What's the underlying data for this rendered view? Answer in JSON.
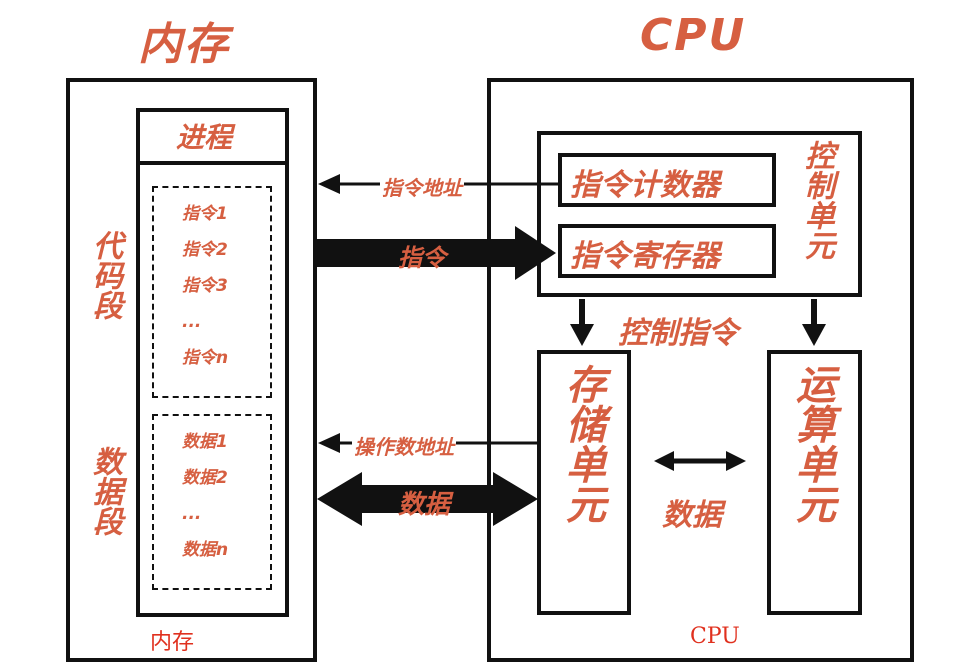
{
  "titles": {
    "memory": "内存",
    "cpu": "CPU"
  },
  "memory": {
    "process_label": "进程",
    "code_segment_label": "代码段",
    "data_segment_label": "数据段",
    "instructions": [
      "指令1",
      "指令2",
      "指令3",
      "...",
      "指令n"
    ],
    "data_items": [
      "数据1",
      "数据2",
      "...",
      "数据n"
    ],
    "footer": "内存"
  },
  "cpu": {
    "control_unit_label": "控制单元",
    "program_counter_label": "指令计数器",
    "instruction_register_label": "指令寄存器",
    "storage_unit_label": "存储单元",
    "alu_label": "运算单元",
    "footer": "CPU"
  },
  "arrows": {
    "instruction_address": "指令地址",
    "instruction": "指令",
    "operand_address": "操作数地址",
    "data_transfer": "数据",
    "control_instruction": "控制指令",
    "internal_data": "数据"
  },
  "colors": {
    "accent": "#d65f41",
    "line": "#111111",
    "footer_text": "#e0301e"
  }
}
